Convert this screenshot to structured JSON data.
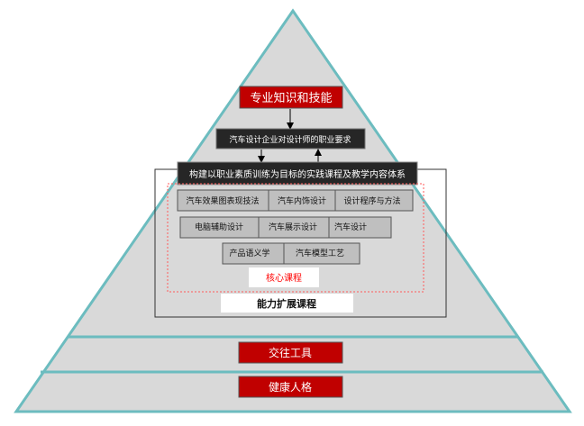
{
  "colors": {
    "pyramid_fill": "#d9d9d9",
    "pyramid_stroke": "#6cbcbf",
    "red": "#c00000",
    "dark": "#262626",
    "course_box": "#bfbfbf",
    "core_label": "#ff0000"
  },
  "top": {
    "knowledge": "专业知识和技能",
    "requirement": "汽车设计企业对设计师的职业要求",
    "system": "构建以职业素质训练为目标的实践课程及教学内容体系"
  },
  "courses": {
    "row1": [
      "汽车效果图表现技法",
      "汽车内饰设计",
      "设计程序与方法"
    ],
    "row2": [
      "电脑辅助设计",
      "汽车展示设计",
      "汽车设计"
    ],
    "row3": [
      "产品语义学",
      "汽车模型工艺"
    ]
  },
  "core_label": "核心课程",
  "extension_label": "能力扩展课程",
  "communication": "交往工具",
  "personality": "健康人格"
}
